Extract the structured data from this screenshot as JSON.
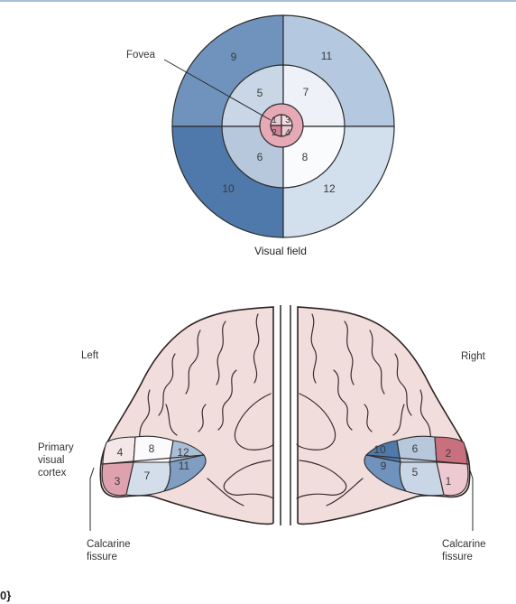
{
  "visual_field": {
    "fovea_label": "Fovea",
    "caption": "Visual field",
    "regions": {
      "r1": "1",
      "r2": "2",
      "r3": "3",
      "r4": "4",
      "r5": "5",
      "r6": "6",
      "r7": "7",
      "r8": "8",
      "r9": "9",
      "r10": "10",
      "r11": "11",
      "r12": "12"
    },
    "colors": {
      "outer_upper_left": "#6f93bd",
      "outer_lower_left": "#4f79aa",
      "outer_upper_right": "#b4c9df",
      "outer_lower_right": "#d2dfec",
      "middle_upper_left": "#c9d6e6",
      "middle_lower_left": "#b7c8dc",
      "middle_upper_right": "#eef2f8",
      "middle_lower_right": "#f9fbfd",
      "inner_upper_left": "#efc9d2",
      "inner_lower_left": "#cf8696",
      "inner_upper_right": "#f6e0e6",
      "inner_lower_right": "#eec7d0",
      "fovea_disc": "#e7a9b6"
    }
  },
  "brain": {
    "left_label": "Left",
    "right_label": "Right",
    "cortex_label_line1": "Primary",
    "cortex_label_line2": "visual",
    "cortex_label_line3": "cortex",
    "left_fissure_line1": "Calcarine",
    "left_fissure_line2": "fissure",
    "right_fissure_line1": "Calcarine",
    "right_fissure_line2": "fissure",
    "left_regions": {
      "r3": "3",
      "r4": "4",
      "r7": "7",
      "r8": "8",
      "r11": "11",
      "r12": "12"
    },
    "right_regions": {
      "r1": "1",
      "r2": "2",
      "r5": "5",
      "r6": "6",
      "r9": "9",
      "r10": "10"
    },
    "colors": {
      "brain_fill": "#f1dedc",
      "brain_outline": "#2e2222"
    }
  },
  "footer": {
    "fragment": "0}"
  }
}
